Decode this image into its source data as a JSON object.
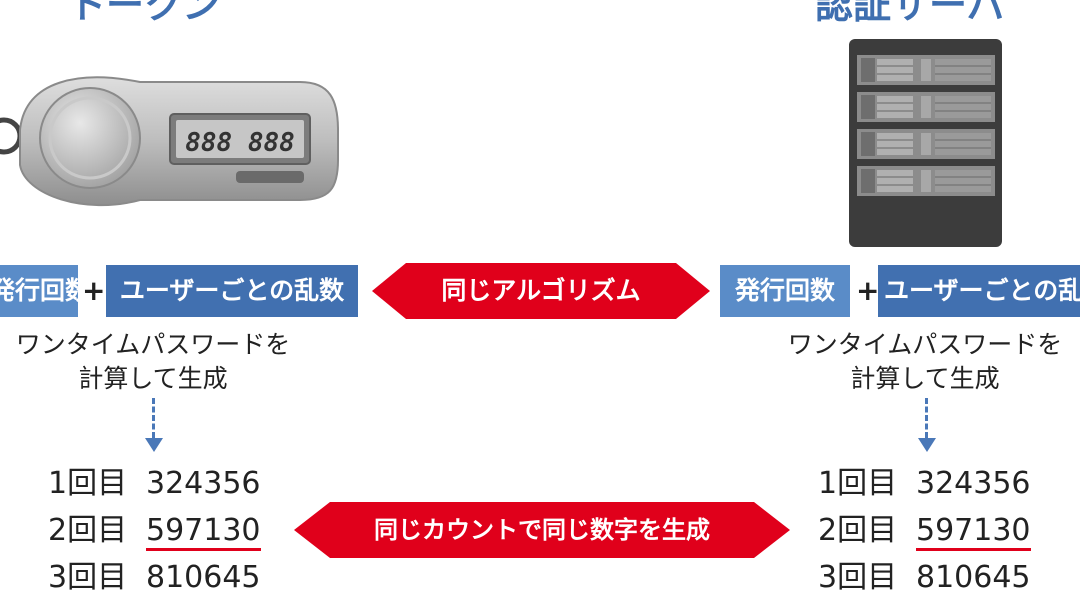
{
  "left": {
    "title": "トークン",
    "device_display": "888 888",
    "box_count": "発行回数",
    "plus": "+",
    "box_random": "ユーザーごとの乱数",
    "desc_line1": "ワンタイムパスワードを",
    "desc_line2": "計算して生成",
    "rows": [
      {
        "label": "1回目",
        "code": "324356"
      },
      {
        "label": "2回目",
        "code": "597130"
      },
      {
        "label": "3回目",
        "code": "810645"
      }
    ]
  },
  "right": {
    "title": "認証サーバ",
    "box_count": "発行回数",
    "plus": "+",
    "box_random": "ユーザーごとの乱数",
    "desc_line1": "ワンタイムパスワードを",
    "desc_line2": "計算して生成",
    "rows": [
      {
        "label": "1回目",
        "code": "324356"
      },
      {
        "label": "2回目",
        "code": "597130"
      },
      {
        "label": "3回目",
        "code": "810645"
      }
    ]
  },
  "arrow_top": "同じアルゴリズム",
  "arrow_bottom": "同じカウントで同じ数字を生成",
  "colors": {
    "heading_blue": "#3f6fb0",
    "box_light": "#5a8cc8",
    "box_dark": "#4170b0",
    "arrow_red": "#e0001b"
  }
}
